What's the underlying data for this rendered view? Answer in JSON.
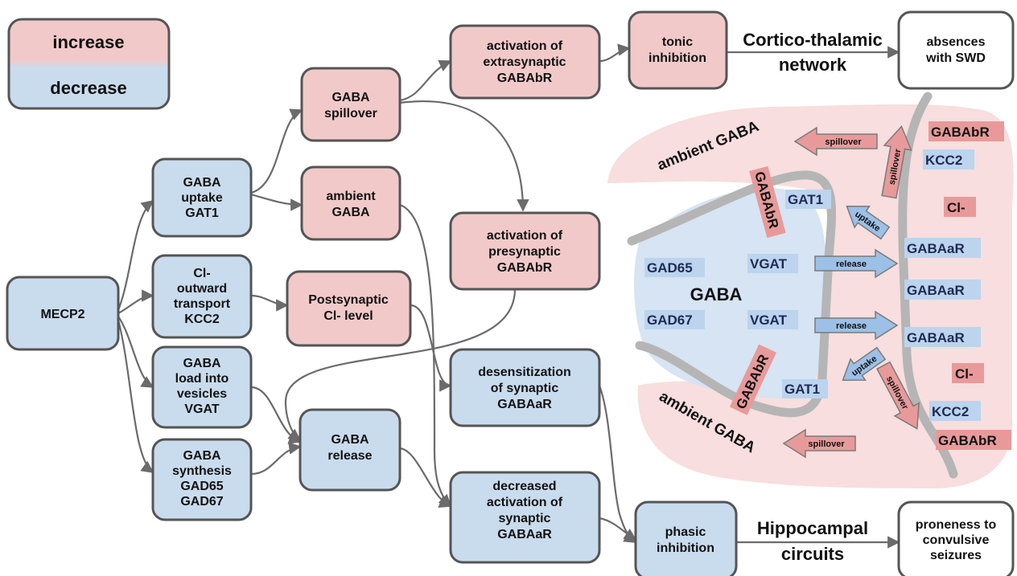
{
  "legend": {
    "increase": "increase",
    "decrease": "decrease",
    "increase_color": "#f2c9c9",
    "decrease_color": "#c9dcee"
  },
  "nodes": {
    "mecp2": [
      "MECP2"
    ],
    "gat1": [
      "GABA",
      "uptake",
      "GAT1"
    ],
    "kcc2": [
      "Cl-",
      "outward",
      "transport",
      "KCC2"
    ],
    "vgat": [
      "GABA",
      "load into",
      "vesicles",
      "VGAT"
    ],
    "gad": [
      "GABA",
      "synthesis",
      "GAD65",
      "GAD67"
    ],
    "spillover": [
      "GABA",
      "spillover"
    ],
    "ambient": [
      "ambient",
      "GABA"
    ],
    "post_cl": [
      "Postsynaptic",
      "Cl- level"
    ],
    "release": [
      "GABA",
      "release"
    ],
    "extra_gababr": [
      "activation of",
      "extrasynaptic",
      "GABAbR"
    ],
    "pre_gababr": [
      "activation of",
      "presynaptic",
      "GABAbR"
    ],
    "desens": [
      "desensitization",
      "of synaptic",
      "GABAaR"
    ],
    "decr_act": [
      "decreased",
      "activation of",
      "synaptic",
      "GABAaR"
    ],
    "tonic": [
      "tonic",
      "inhibition"
    ],
    "phasic": [
      "phasic",
      "inhibition"
    ],
    "absences": [
      "absences",
      "with SWD"
    ],
    "proneness": [
      "proneness to",
      "convulsive",
      "seizures"
    ]
  },
  "edge_labels": {
    "cortico": [
      "Cortico-thalamic",
      "network"
    ],
    "hippo": [
      "Hippocampal",
      "circuits"
    ]
  },
  "synapse": {
    "ambient_top": "ambient GABA",
    "ambient_bottom": "ambient GABA",
    "gaba": "GABA",
    "gad65": "GAD65",
    "gad67": "GAD67",
    "vgat1": "VGAT",
    "vgat2": "VGAT",
    "gat1_top": "GAT1",
    "gat1_bottom": "GAT1",
    "gababr_pre_top": "GABAbR",
    "gababr_pre_bottom": "GABAbR",
    "gababr_post_top": "GABAbR",
    "gababr_post_bottom": "GABAbR",
    "kcc2_top": "KCC2",
    "kcc2_bottom": "KCC2",
    "cl_top": "Cl-",
    "cl_bottom": "Cl-",
    "gabaar_1": "GABAaR",
    "gabaar_2": "GABAaR",
    "gabaar_3": "GABAaR",
    "arrow_spillover_top": "spillover",
    "arrow_spillover_up": "spillover",
    "arrow_uptake_top": "uptake",
    "arrow_release_1": "release",
    "arrow_release_2": "release",
    "arrow_uptake_bottom": "uptake",
    "arrow_spillover_down": "spillover",
    "arrow_spillover_bottom": "spillover"
  }
}
